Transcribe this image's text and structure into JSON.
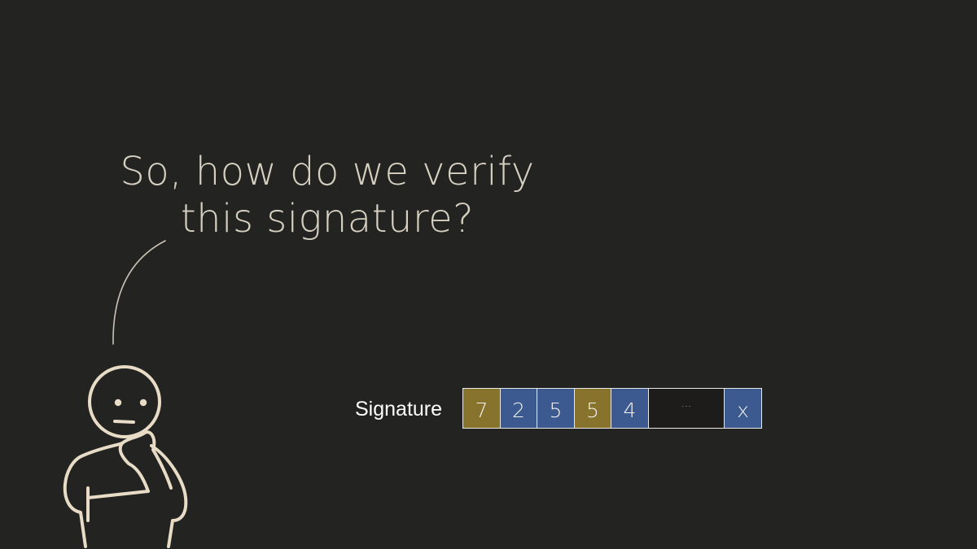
{
  "question": {
    "line1": "So, how do we verify",
    "line2": "this signature?"
  },
  "signature": {
    "label": "Signature",
    "cells": [
      {
        "text": "7",
        "color": "#87732b"
      },
      {
        "text": "2",
        "color": "#3c5a90"
      },
      {
        "text": "5",
        "color": "#3c5a90"
      },
      {
        "text": "5",
        "color": "#87732b"
      },
      {
        "text": "4",
        "color": "#3c5a90"
      },
      {
        "text": "...",
        "color": "#1e1c1b"
      },
      {
        "text": "x",
        "color": "#3c5a90"
      }
    ]
  },
  "colors": {
    "background": "#232322",
    "text": "#d6d0c1",
    "figure_stroke": "#e8dcc6"
  }
}
